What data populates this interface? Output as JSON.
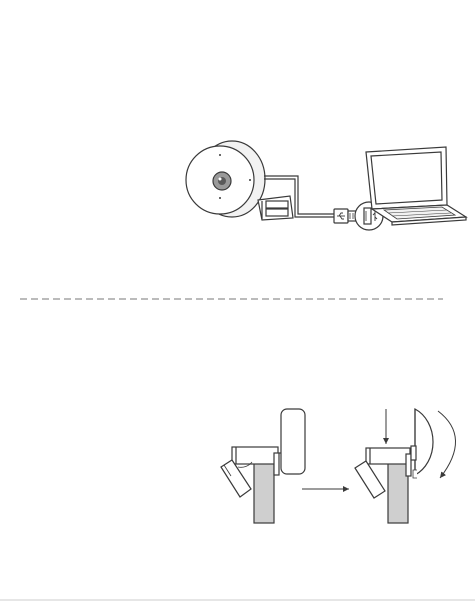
{
  "figure_1": {
    "components": {
      "webcam": "webcam-front",
      "cable": "usb-cable",
      "plug_icon": "usb-symbol-icon",
      "port_icon": "usb-symbol-icon",
      "computer": "laptop"
    }
  },
  "separator": {
    "style": "dashed"
  },
  "figure_2": {
    "panels": [
      "webcam-mounted-on-monitor",
      "webcam-tilted-forward"
    ],
    "arrows": [
      "transition-arrow",
      "press-down-arrow",
      "tilt-arc-arrow"
    ]
  },
  "colors": {
    "line": "#3a3a3a",
    "monitor_fill": "#cfcfcf",
    "background": "#ffffff",
    "separator": "#777777"
  }
}
